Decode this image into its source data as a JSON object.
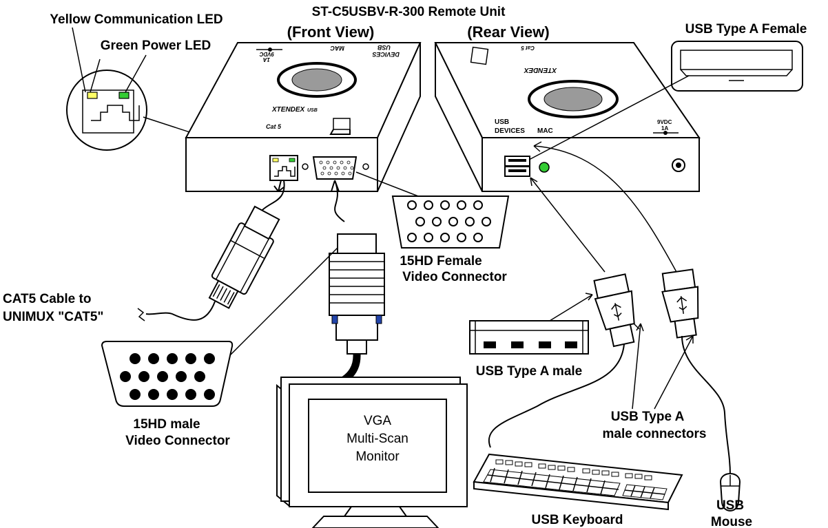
{
  "title": "ST-C5USBV-R-300 Remote Unit",
  "views": {
    "front": "(Front View)",
    "rear": "(Rear View)"
  },
  "labels": {
    "yellow_led": "Yellow Communication LED",
    "green_led": "Green Power LED",
    "usb_type_a_female": "USB Type A Female",
    "hd15_female_1": "15HD Female",
    "hd15_female_2": "Video Connector",
    "cat5_cable_1": "CAT5 Cable to",
    "cat5_cable_2": "UNIMUX \"CAT5\"",
    "usb_type_a_male": "USB Type A male",
    "usb_connectors_1": "USB Type A",
    "usb_connectors_2": "male connectors",
    "hd15_male_1": "15HD male",
    "hd15_male_2": "Video Connector",
    "keyboard": "USB  Keyboard",
    "mouse_1": "USB",
    "mouse_2": "Mouse"
  },
  "monitor": {
    "line1": "VGA",
    "line2": "Multi-Scan",
    "line3": "Monitor"
  },
  "unit_text": {
    "brand": "XTENDEX",
    "brand_suffix": "USB",
    "cat5": "Cat 5",
    "usb_devices_1": "USB",
    "usb_devices_2": "DEVICES",
    "mac": "MAC",
    "power_1": "9VDC",
    "power_2": "1A"
  },
  "colors": {
    "yellow_led": "#ffff66",
    "green_led": "#33cc33",
    "line": "#000000",
    "connector_blue": "#2244aa"
  }
}
